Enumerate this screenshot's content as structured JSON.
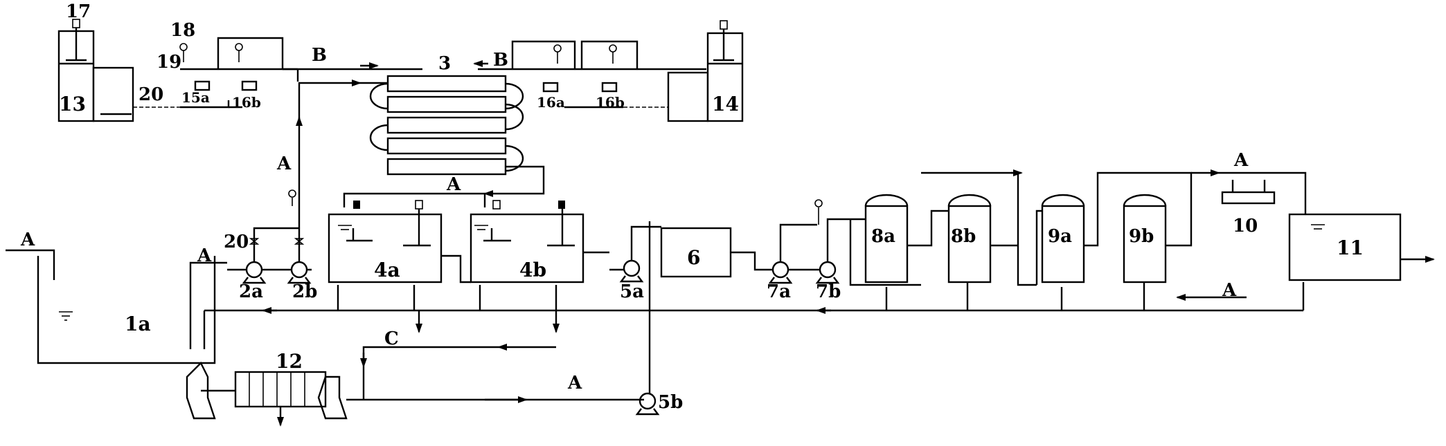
{
  "labels": {
    "l1a": "1a",
    "l2a": "2a",
    "l2b": "2b",
    "l3": "3",
    "l4a": "4a",
    "l4b": "4b",
    "l5a": "5a",
    "l5b": "5b",
    "l6": "6",
    "l7a": "7a",
    "l7b": "7b",
    "l8a": "8a",
    "l8b": "8b",
    "l9a": "9a",
    "l9b": "9b",
    "l10": "10",
    "l11": "11",
    "l12": "12",
    "l13": "13",
    "l14": "14",
    "l15a": "15a",
    "l16b_left": "16b",
    "l16a": "16a",
    "l16b_right": "16b",
    "l17": "17",
    "l18": "18",
    "l19": "19",
    "l20_top": "20",
    "l20_mid": "20"
  },
  "streams": {
    "a_inlet": "A",
    "a_tank": "A",
    "a_up": "A",
    "a_return": "A",
    "a_right": "A",
    "a_top_right": "A",
    "a_bottom": "A",
    "b_left": "B",
    "b_right": "B",
    "c": "C"
  }
}
